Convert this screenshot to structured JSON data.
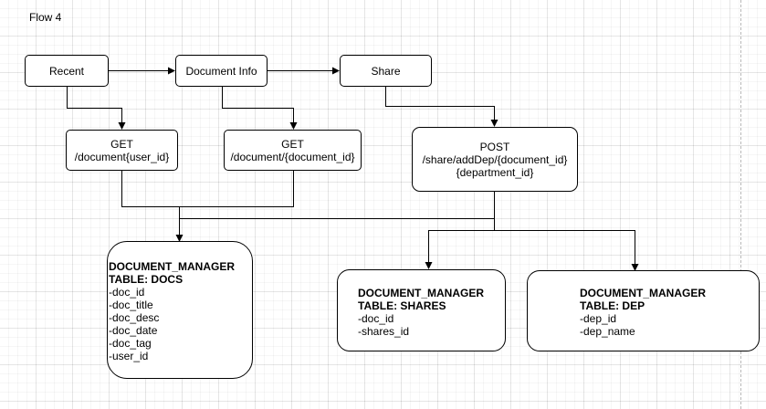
{
  "title": "Flow 4",
  "screens": {
    "recent": "Recent",
    "document_info": "Document Info",
    "share": "Share"
  },
  "requests": {
    "get_recent": {
      "method": "GET",
      "path": "/document{user_id}"
    },
    "get_info": {
      "method": "GET",
      "path": "/document/{document_id}"
    },
    "post_share": {
      "method": "POST",
      "path_line1": "/share/addDep/{document_id}",
      "path_line2": "{department_id}"
    }
  },
  "tables": {
    "docs": {
      "db": "DOCUMENT_MANAGER",
      "table": "TABLE: DOCS",
      "fields": [
        "-doc_id",
        "-doc_title",
        "-doc_desc",
        "-doc_date",
        "-doc_tag",
        "-user_id"
      ]
    },
    "shares": {
      "db": "DOCUMENT_MANAGER",
      "table": "TABLE: SHARES",
      "fields": [
        "-doc_id",
        "-shares_id"
      ]
    },
    "dep": {
      "db": "DOCUMENT_MANAGER",
      "table": "TABLE: DEP",
      "fields": [
        "-dep_id",
        "-dep_name"
      ]
    }
  }
}
